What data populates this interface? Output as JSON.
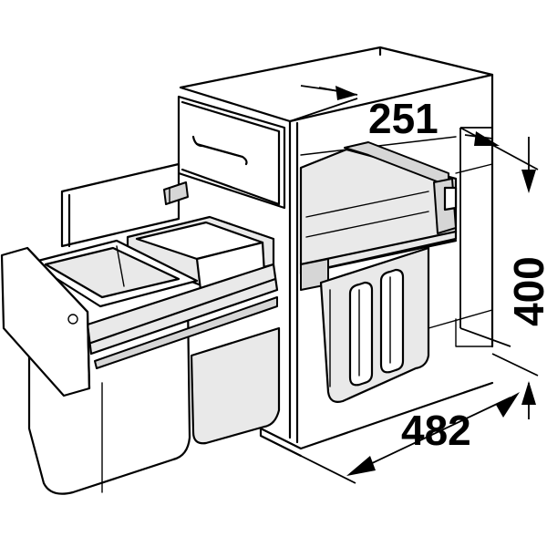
{
  "dimensions": {
    "width": "251",
    "height": "400",
    "depth": "482"
  },
  "colors": {
    "line": "#000000",
    "fill_light": "#e9e9e9",
    "fill_mid": "#d6d6d6",
    "background": "#ffffff"
  }
}
